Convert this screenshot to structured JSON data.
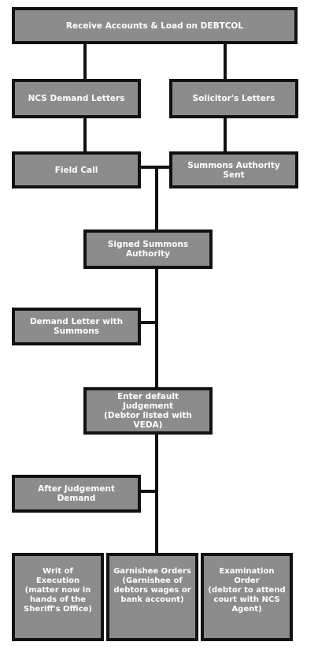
{
  "nodes": {
    "receive_accounts": "Receive Accounts & Load on DEBTCOL",
    "ncs_demand_letters": "NCS Demand Letters",
    "solicitors_letters": "Solicitor's Letters",
    "field_call": "Field Call",
    "summons_authority_sent": "Summons Authority Sent",
    "signed_summons_authority": "Signed Summons Authority",
    "demand_letter_with_summons": "Demand Letter with Summons",
    "enter_default_judgement_line1": "Enter default Judgement",
    "enter_default_judgement_line2": "(Debtor listed with VEDA)",
    "after_judgement_demand": "After Judgement Demand",
    "writ_of_execution": [
      "Writ of",
      "Execution",
      "(matter now in",
      "hands of the",
      "Sheriff's Office)"
    ],
    "garnishee_orders": [
      "Garnishee Orders",
      "(Garnishee of",
      "debtors wages or",
      "bank account)"
    ],
    "examination_order": [
      "Examination Order",
      "(debtor to attend",
      "court with NCS",
      "Agent)"
    ]
  },
  "colors": {
    "box_fill": "#8c8c8c",
    "border": "#111111",
    "text": "#ffffff"
  }
}
